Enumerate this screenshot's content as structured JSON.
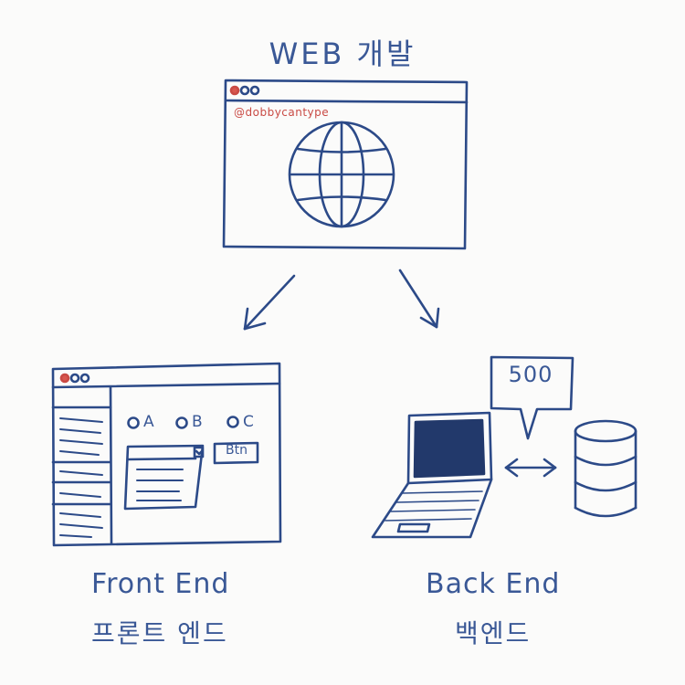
{
  "title": "WEB 개발",
  "watermark": "@dobbycantype",
  "frontend": {
    "label": "Front End",
    "sublabel": "프론트 엔드",
    "options": [
      "A",
      "B",
      "C"
    ],
    "button_label": "Btn"
  },
  "backend": {
    "label": "Back End",
    "sublabel": "백엔드",
    "status_code": "500"
  },
  "colors": {
    "ink": "#2c4a88",
    "accent": "#c94a44",
    "screen": "#22396b",
    "background": "#fbfbfa"
  },
  "icons": [
    "globe-icon",
    "arrow-down-left-icon",
    "arrow-down-right-icon",
    "laptop-icon",
    "database-icon",
    "double-arrow-icon",
    "speech-bubble-icon"
  ]
}
